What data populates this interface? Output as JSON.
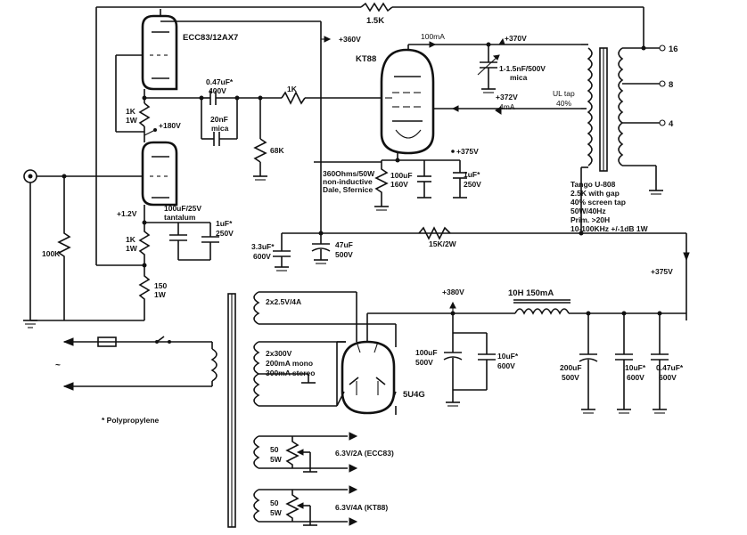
{
  "tubes": {
    "v1": "ECC83/12AX7",
    "v2": "KT88",
    "rect": "5U4G"
  },
  "output_transformer": {
    "name": "Tango U-808",
    "spec1": "2.5K with gap",
    "spec2": "40% screen tap",
    "spec3": "50W/40Hz",
    "spec4": "Prim. >20H",
    "spec5": "10-100KHz +/-1dB 1W",
    "ul_tap": "UL tap",
    "ul_pct": "40%",
    "taps": [
      "16",
      "8",
      "4"
    ]
  },
  "components": {
    "r_fb": "1.5K",
    "c_coupling_value": "0.47uF*",
    "c_coupling_volt": "400V",
    "c_mica_value": "20nF",
    "c_mica_type": "mica",
    "r_grid_stop": "1K",
    "r_68k": "68K",
    "r_1k_a_val": "1K",
    "r_1k_a_w": "1W",
    "r_1k_b_val": "1K",
    "r_1k_b_w": "1W",
    "r_150_val": "150",
    "r_150_w": "1W",
    "r_100k": "100K",
    "c_cath_val": "100uF/25V",
    "c_cath_type": "tantalum",
    "c_1uf_a_val": "1uF*",
    "c_1uf_a_volt": "250V",
    "c_33_val": "3.3uF*",
    "c_33_volt": "600V",
    "c_47_val": "47uF",
    "c_47_volt": "500V",
    "r_15k": "15K/2W",
    "r_360_a": "360Ohms/50W",
    "r_360_b": "non-inductive",
    "r_360_c": "Dale, Sfernice",
    "c_100_a_val": "100uF",
    "c_100_a_volt": "160V",
    "c_1uf_b_val": "1uF*",
    "c_1uf_b_volt": "250V",
    "c_snub_val": "1-1.5nF/500V",
    "c_snub_type": "mica",
    "c_100_b_val": "100uF",
    "c_100_b_volt": "500V",
    "c_10_a_val": "10uF*",
    "c_10_a_volt": "600V",
    "choke": "10H 150mA",
    "c_200_val": "200uF",
    "c_200_volt": "500V",
    "c_10_b_val": "10uF*",
    "c_10_b_volt": "600V",
    "c_047_val": "0.47uF*",
    "c_047_volt": "600V",
    "r_hum1_val": "50",
    "r_hum1_w": "5W",
    "r_hum2_val": "50",
    "r_hum2_w": "5W"
  },
  "voltages": {
    "v360": "+360V",
    "v180": "+180V",
    "v12": "+1.2V",
    "v370": "+370V",
    "v372": "+372V",
    "v375a": "+375V",
    "v375b": "+375V",
    "v380": "+380V",
    "i100": "100mA",
    "i4": "4mA"
  },
  "power_transformer": {
    "w1": "2x2.5V/4A",
    "w2a": "2x300V",
    "w2b": "200mA mono",
    "w2c": "300mA stereo",
    "w3": "6.3V/2A (ECC83)",
    "w4": "6.3V/4A (KT88)"
  },
  "mains_symbol": "~",
  "note": "* Polypropylene"
}
